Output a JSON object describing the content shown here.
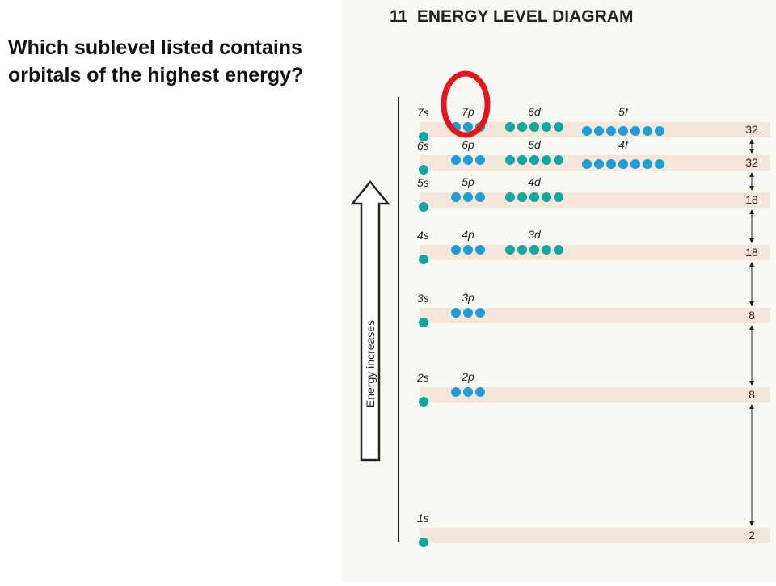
{
  "question": {
    "text": "Which sublevel listed contains orbitals of the highest energy?"
  },
  "diagram": {
    "title": "11  ENERGY LEVEL DIAGRAM",
    "axis_label": "Energy increases",
    "colors": {
      "panel_bg": "#f8f8f5",
      "band": "#f4e7da",
      "orbital_teal": "#12a6a0",
      "orbital_blue": "#1d9ed9",
      "highlight": "#e8141b",
      "text": "#222222"
    },
    "highlight_circle": {
      "sublevel": "7p",
      "label": "O"
    },
    "levels": [
      {
        "capacity": "32",
        "sublevels": [
          {
            "label": "7s",
            "orbitals": 1
          },
          {
            "label": "7p",
            "orbitals": 3
          },
          {
            "label": "6d",
            "orbitals": 5
          },
          {
            "label": "5f",
            "orbitals": 7
          }
        ]
      },
      {
        "capacity": "32",
        "sublevels": [
          {
            "label": "6s",
            "orbitals": 1
          },
          {
            "label": "6p",
            "orbitals": 3
          },
          {
            "label": "5d",
            "orbitals": 5
          },
          {
            "label": "4f",
            "orbitals": 7
          }
        ]
      },
      {
        "capacity": "18",
        "sublevels": [
          {
            "label": "5s",
            "orbitals": 1
          },
          {
            "label": "5p",
            "orbitals": 3
          },
          {
            "label": "4d",
            "orbitals": 5
          }
        ]
      },
      {
        "capacity": "18",
        "sublevels": [
          {
            "label": "4s",
            "orbitals": 1
          },
          {
            "label": "4p",
            "orbitals": 3
          },
          {
            "label": "3d",
            "orbitals": 5
          }
        ]
      },
      {
        "capacity": "8",
        "sublevels": [
          {
            "label": "3s",
            "orbitals": 1
          },
          {
            "label": "3p",
            "orbitals": 3
          }
        ]
      },
      {
        "capacity": "8",
        "sublevels": [
          {
            "label": "2s",
            "orbitals": 1
          },
          {
            "label": "2p",
            "orbitals": 3
          }
        ]
      },
      {
        "capacity": "2",
        "sublevels": [
          {
            "label": "1s",
            "orbitals": 1
          }
        ]
      }
    ]
  }
}
